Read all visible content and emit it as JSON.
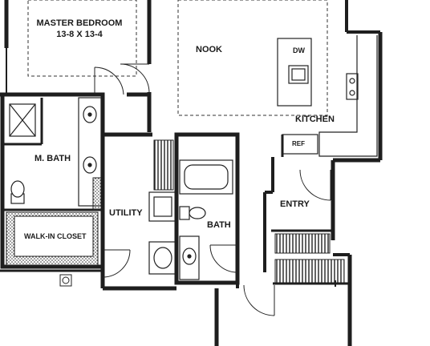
{
  "rooms": {
    "master_bedroom": {
      "name": "MASTER BEDROOM",
      "size": "13-8 X 13-4"
    },
    "nook": "NOOK",
    "kitchen": "KITCHEN",
    "master_bath": "M. BATH",
    "utility": "UTILITY",
    "bath": "BATH",
    "entry": "ENTRY",
    "walk_in_closet": "WALK-IN CLOSET"
  },
  "fixtures": {
    "dishwasher": "DW",
    "refrigerator": "REF"
  },
  "colors": {
    "wall": "#1e1e1e",
    "line": "#2a2a2a",
    "fill_gray": "#bfbfbf",
    "background": "#ffffff"
  }
}
